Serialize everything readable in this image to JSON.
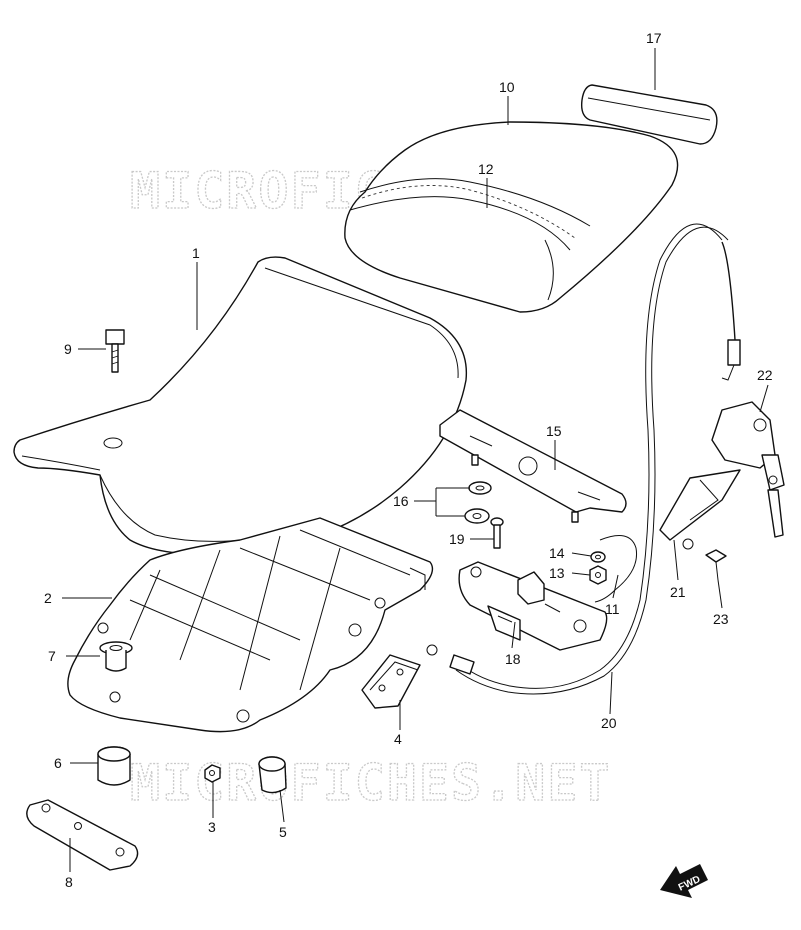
{
  "watermark": {
    "text": "MICROFICHES.NET"
  },
  "direction_marker": {
    "label": "FWD"
  },
  "callouts": [
    {
      "id": "1",
      "label": "1"
    },
    {
      "id": "2",
      "label": "2"
    },
    {
      "id": "3",
      "label": "3"
    },
    {
      "id": "4",
      "label": "4"
    },
    {
      "id": "5",
      "label": "5"
    },
    {
      "id": "6",
      "label": "6"
    },
    {
      "id": "7",
      "label": "7"
    },
    {
      "id": "8",
      "label": "8"
    },
    {
      "id": "9",
      "label": "9"
    },
    {
      "id": "10",
      "label": "10"
    },
    {
      "id": "11",
      "label": "11"
    },
    {
      "id": "12",
      "label": "12"
    },
    {
      "id": "13",
      "label": "13"
    },
    {
      "id": "14",
      "label": "14"
    },
    {
      "id": "15",
      "label": "15"
    },
    {
      "id": "16",
      "label": "16"
    },
    {
      "id": "17",
      "label": "17"
    },
    {
      "id": "18",
      "label": "18"
    },
    {
      "id": "19",
      "label": "19"
    },
    {
      "id": "20",
      "label": "20"
    },
    {
      "id": "21",
      "label": "21"
    },
    {
      "id": "22",
      "label": "22"
    },
    {
      "id": "23",
      "label": "23"
    }
  ]
}
